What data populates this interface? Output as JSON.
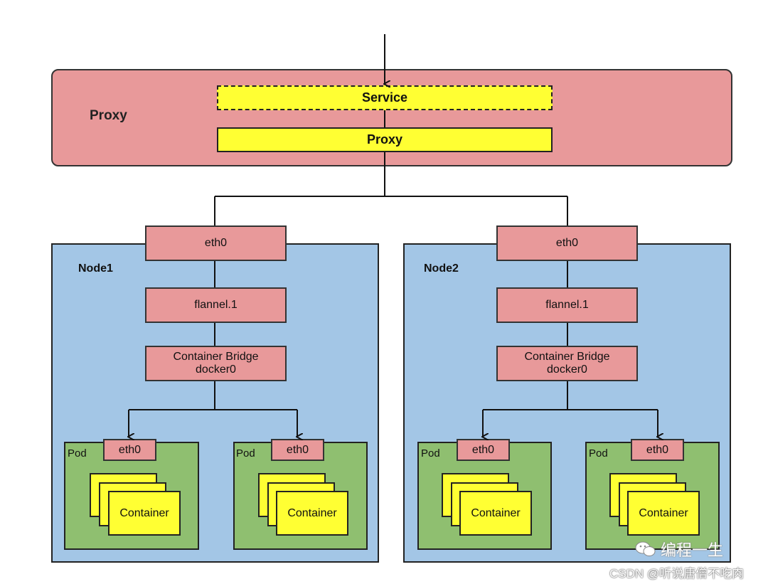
{
  "proxy": {
    "region_label": "Proxy",
    "service_label": "Service",
    "proxy_label": "Proxy"
  },
  "nodes": [
    {
      "name": "Node1",
      "eth": "eth0",
      "flannel": "flannel.1",
      "bridge_line1": "Container Bridge",
      "bridge_line2": "docker0",
      "pods": [
        {
          "label": "Pod",
          "eth": "eth0",
          "container": "Container"
        },
        {
          "label": "Pod",
          "eth": "eth0",
          "container": "Container"
        }
      ]
    },
    {
      "name": "Node2",
      "eth": "eth0",
      "flannel": "flannel.1",
      "bridge_line1": "Container Bridge",
      "bridge_line2": "docker0",
      "pods": [
        {
          "label": "Pod",
          "eth": "eth0",
          "container": "Container"
        },
        {
          "label": "Pod",
          "eth": "eth0",
          "container": "Container"
        }
      ]
    }
  ],
  "watermark": {
    "brand": "编程一生",
    "credit": "CSDN @听说唐僧不吃肉"
  },
  "colors": {
    "proxy_region": "#e8999a",
    "highlight_box": "#ffff33",
    "node_bg": "#a3c6e6",
    "pod_bg": "#8fbf70"
  }
}
